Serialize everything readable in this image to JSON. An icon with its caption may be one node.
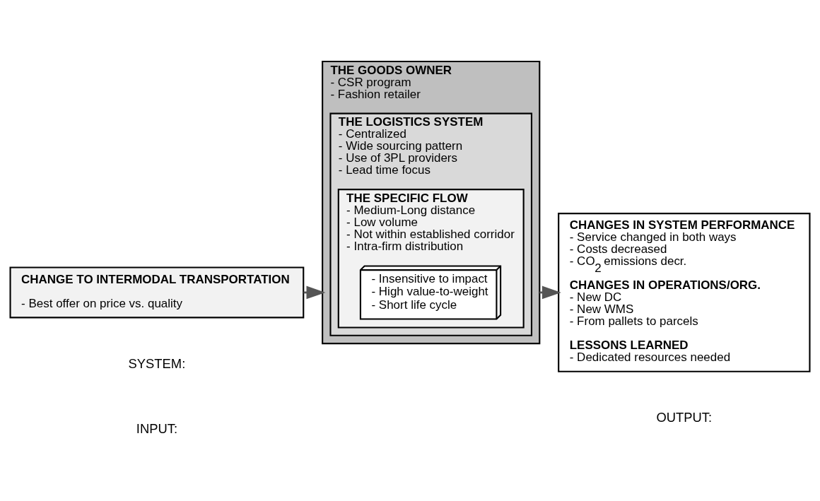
{
  "diagram": {
    "nodes": [
      {
        "text": [
          "CHANGE TO INTERMODAL TRANSPORTATION",
          "- Best offer on price vs. quality"
        ]
      },
      {
        "text": [
          "THE GOODS OWNER",
          "- CSR program",
          "- Fashion retailer"
        ]
      },
      {
        "text": [
          "THE LOGISTICS SYSTEM",
          "- Centralized",
          "- Wide sourcing pattern",
          "- Use of 3PL providers",
          "- Lead time focus"
        ],
        "in": 1
      },
      {
        "text": [
          "THE SPECIFIC FLOW",
          "- Medium-Long distance",
          "- Low volume",
          "- Not within established corridor",
          "- Intra-firm distribution"
        ],
        "in": 2
      },
      {
        "text": [
          "- Insensitive to impact",
          "- High value-to-weight",
          "- Short life cycle"
        ],
        "in": 3
      },
      {
        "text": [
          "CHANGES IN SYSTEM PERFORMANCE",
          "- Service changed in both ways",
          "- Costs decreased",
          "- CO$_{2}$ emissions decr.",
          "CHANGES IN OPERATIONS/ORG.",
          "- New DC",
          "- New WMS",
          "- From pallets to parcels",
          "LESSONS LEARNED",
          "- Dedicated resources needed"
        ]
      }
    ],
    "edges": [
      {
        "from": 0,
        "to": 1,
        "arrow": "to"
      },
      {
        "from": 1,
        "to": 5,
        "arrow": "to"
      }
    ],
    "labels": [
      "INPUT:",
      "SYSTEM:",
      "OUTPUT:"
    ]
  }
}
